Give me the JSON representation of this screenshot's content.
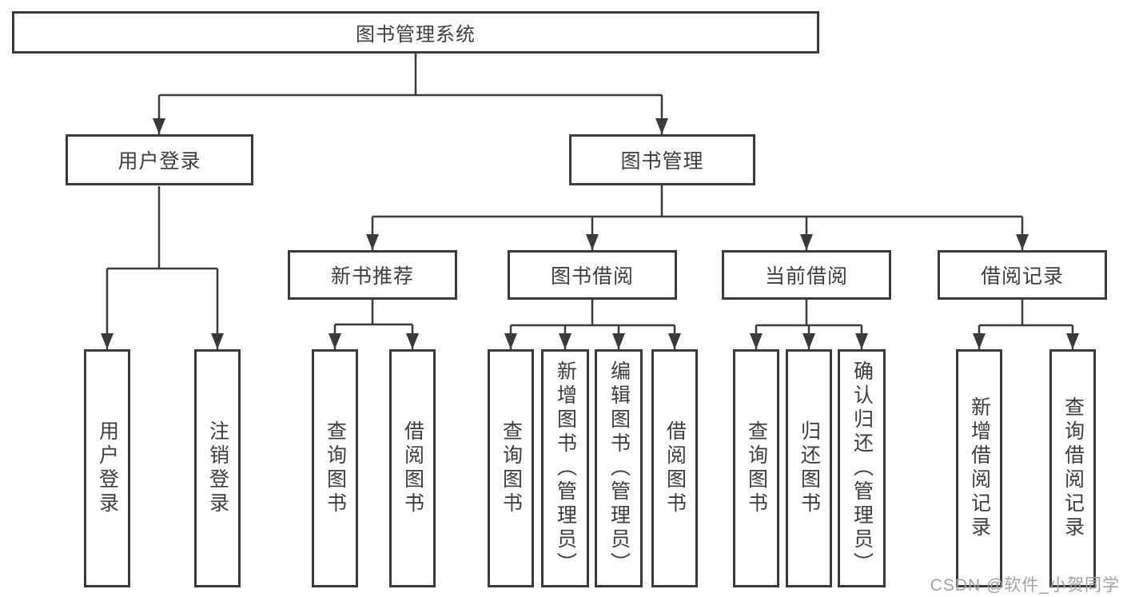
{
  "diagram": {
    "title": "图书管理系统",
    "root": {
      "label": "图书管理系统"
    },
    "level2": [
      {
        "label": "用户登录"
      },
      {
        "label": "图书管理"
      }
    ],
    "level3": [
      {
        "label": "新书推荐",
        "parent": "图书管理"
      },
      {
        "label": "图书借阅",
        "parent": "图书管理"
      },
      {
        "label": "当前借阅",
        "parent": "图书管理"
      },
      {
        "label": "借阅记录",
        "parent": "图书管理"
      }
    ],
    "leaves": [
      {
        "parent": "用户登录",
        "label": "用户登录"
      },
      {
        "parent": "用户登录",
        "label": "注销登录"
      },
      {
        "parent": "新书推荐",
        "label": "查询图书"
      },
      {
        "parent": "新书推荐",
        "label": "借阅图书"
      },
      {
        "parent": "图书借阅",
        "label": "查询图书"
      },
      {
        "parent": "图书借阅",
        "label": "新增图书（管理员）"
      },
      {
        "parent": "图书借阅",
        "label": "编辑图书（管理员）"
      },
      {
        "parent": "图书借阅",
        "label": "借阅图书"
      },
      {
        "parent": "当前借阅",
        "label": "查询图书"
      },
      {
        "parent": "当前借阅",
        "label": "归还图书"
      },
      {
        "parent": "当前借阅",
        "label": "确认归还（管理员）"
      },
      {
        "parent": "借阅记录",
        "label": "新增借阅记录"
      },
      {
        "parent": "借阅记录",
        "label": "查询借阅记录"
      }
    ],
    "watermark": "CSDN @软件_小贺同学",
    "colors": {
      "line": "#3a3a3a",
      "text": "#3d3d3d",
      "background": "#ffffff",
      "watermark": "#a2a2a2"
    }
  }
}
